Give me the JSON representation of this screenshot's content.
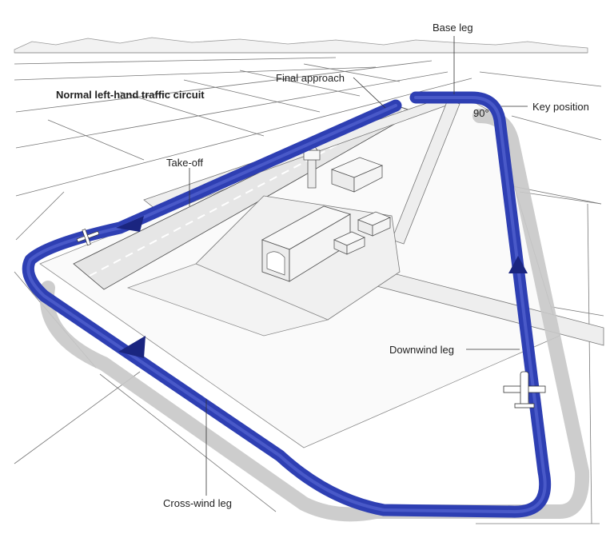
{
  "diagram": {
    "title": "Normal left-hand traffic circuit",
    "labels": {
      "base_leg": "Base leg",
      "final_approach": "Final approach",
      "key_position": "Key position",
      "angle": "90°",
      "take_off": "Take-off",
      "downwind_leg": "Downwind leg",
      "cross_wind_leg": "Cross-wind leg"
    },
    "colors": {
      "circuit": "#2e3fb3",
      "circuit_edge": "#1a2580",
      "shadow": "#c8c8c8",
      "runway": "#e9e9e9",
      "apron": "#efefef",
      "building": "#f7f7f7",
      "outline": "#555555"
    }
  }
}
